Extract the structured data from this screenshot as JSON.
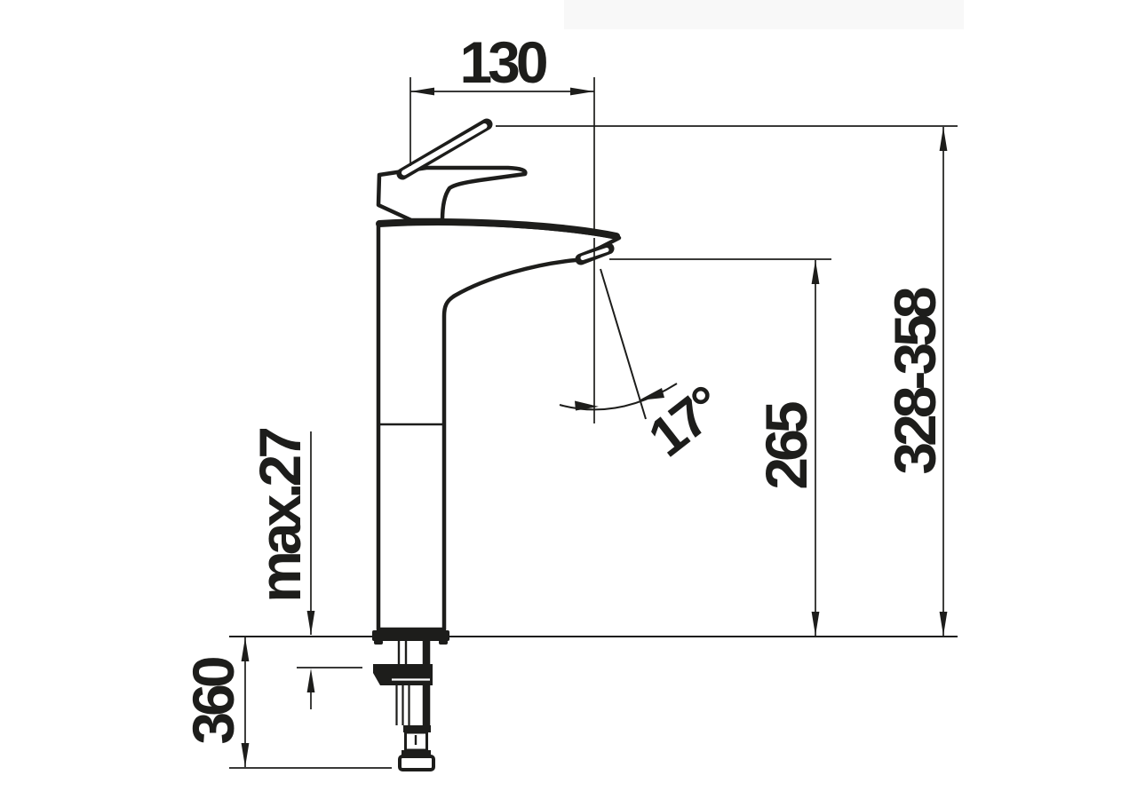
{
  "drawing": {
    "kind": "technical dimension drawing",
    "colors": {
      "ink": "#1d1d1b",
      "background": "#ffffff",
      "artifact_strip": "#f5f5f5"
    },
    "labels": {
      "spout_reach": "130",
      "total_height_range": "328-358",
      "spout_outlet_height": "265",
      "max_deck_thickness": "max.27",
      "below_deck_length": "360",
      "outlet_angle": "17°"
    }
  }
}
